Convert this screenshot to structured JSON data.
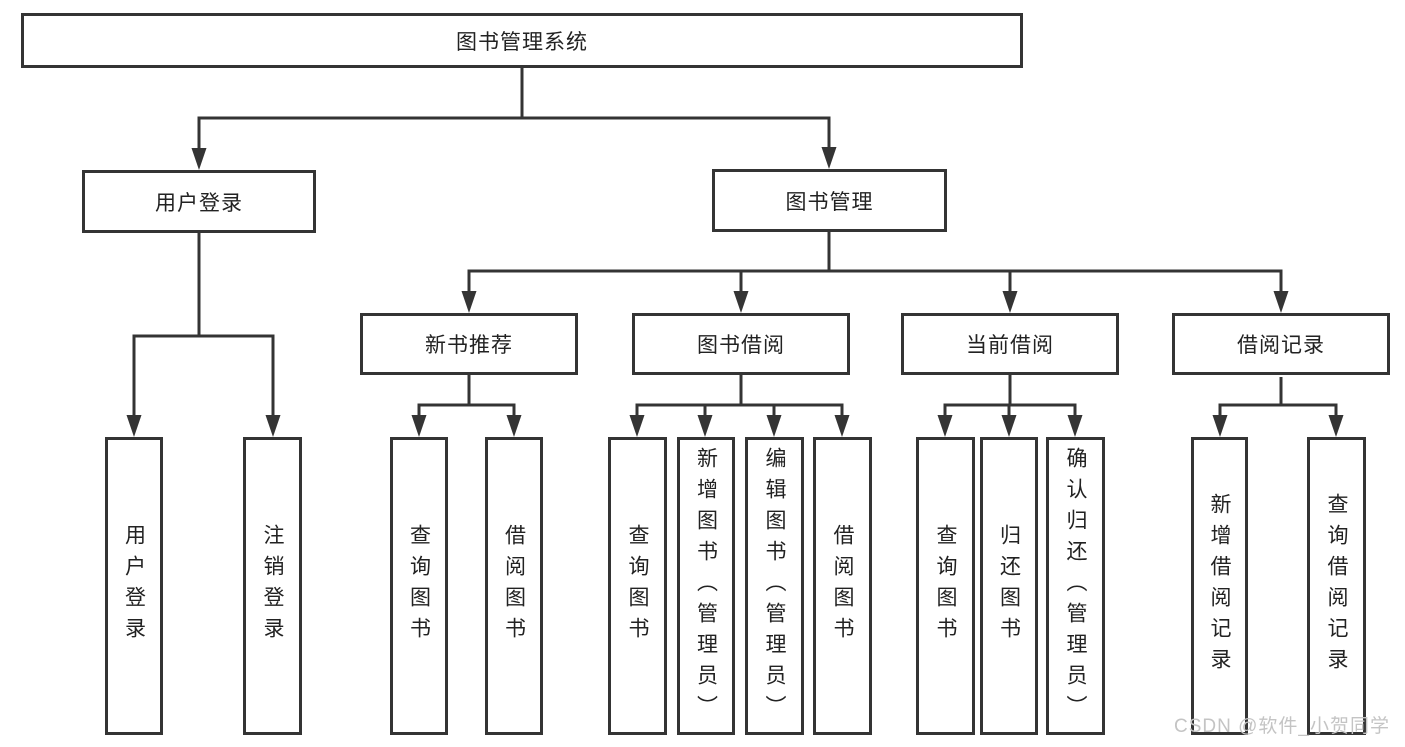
{
  "tree": {
    "root_label": "图书管理系统",
    "level2": [
      {
        "label": "用户登录"
      },
      {
        "label": "图书管理"
      }
    ],
    "level3": [
      {
        "label": "新书推荐"
      },
      {
        "label": "图书借阅"
      },
      {
        "label": "当前借阅"
      },
      {
        "label": "借阅记录"
      }
    ],
    "leaves": {
      "user_login": [
        {
          "label": "用户登录"
        },
        {
          "label": "注销登录"
        }
      ],
      "new_books": [
        {
          "label": "查询图书"
        },
        {
          "label": "借阅图书"
        }
      ],
      "book_borrow": [
        {
          "label": "查询图书"
        },
        {
          "label": "新增图书（管理员）"
        },
        {
          "label": "编辑图书（管理员）"
        },
        {
          "label": "借阅图书"
        }
      ],
      "current_borrow": [
        {
          "label": "查询图书"
        },
        {
          "label": "归还图书"
        },
        {
          "label": "确认归还（管理员）"
        }
      ],
      "borrow_records": [
        {
          "label": "新增借阅记录"
        },
        {
          "label": "查询借阅记录"
        }
      ]
    }
  },
  "watermark": "CSDN @软件_小贺同学",
  "colors": {
    "line": "#343434",
    "text": "#222222",
    "background": "#ffffff",
    "watermark": "#c4c4c4"
  }
}
